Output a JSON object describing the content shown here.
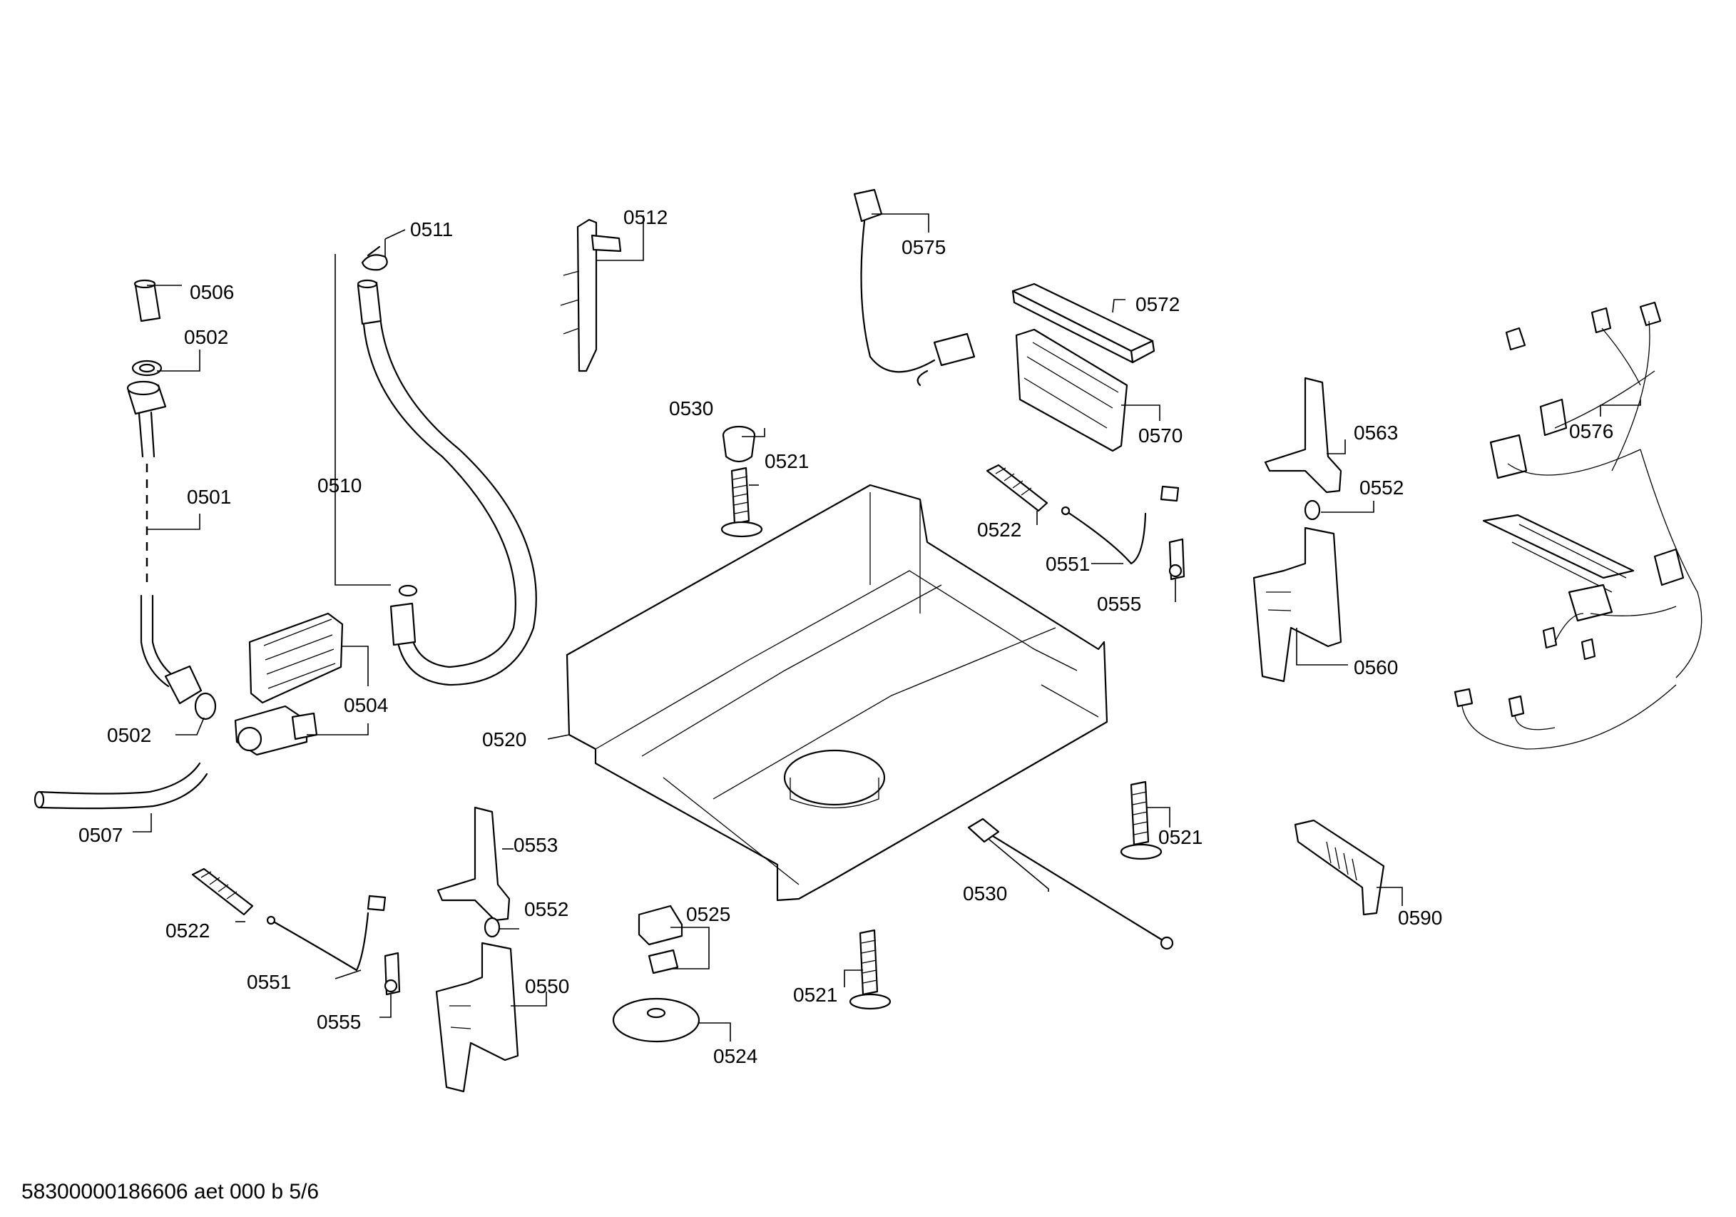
{
  "labels": {
    "l0511": "0511",
    "l0512": "0512",
    "l0575": "0575",
    "l0506": "0506",
    "l0502a": "0502",
    "l0572": "0572",
    "l0530a": "0530",
    "l0521a": "0521",
    "l0510": "0510",
    "l0570": "0570",
    "l0563": "0563",
    "l0576": "0576",
    "l0501": "0501",
    "l0552a": "0552",
    "l0522a": "0522",
    "l0551a": "0551",
    "l0555a": "0555",
    "l0560": "0560",
    "l0504": "0504",
    "l0502b": "0502",
    "l0520": "0520",
    "l0507": "0507",
    "l0521b": "0521",
    "l0553": "0553",
    "l0530b": "0530",
    "l0590": "0590",
    "l0552b": "0552",
    "l0525": "0525",
    "l0522b": "0522",
    "l0550": "0550",
    "l0551b": "0551",
    "l0521c": "0521",
    "l0555b": "0555",
    "l0524": "0524"
  },
  "footer": "58300000186606 aet 000 b 5/6"
}
